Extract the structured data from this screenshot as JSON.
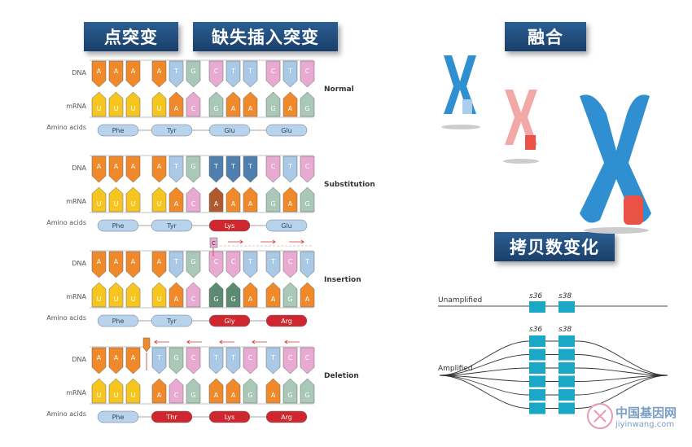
{
  "banners": {
    "point_mutation": "点突变",
    "indel": "缺失插入突变",
    "fusion": "融合",
    "cnv": "拷贝数变化"
  },
  "row_labels": {
    "dna": "DNA",
    "mrna": "mRNA",
    "amino": "Amino acids"
  },
  "panels": [
    {
      "name": "Normal",
      "dna": [
        "A",
        "A",
        "A",
        "",
        "A",
        "T",
        "G",
        "C",
        "T",
        "T",
        "C",
        "T",
        "C"
      ],
      "mrna": [
        "U",
        "U",
        "U",
        "",
        "U",
        "A",
        "C",
        "G",
        "A",
        "A",
        "G",
        "A",
        "G"
      ],
      "aa": [
        {
          "label": "Phe",
          "mut": false
        },
        {
          "label": "Tyr",
          "mut": false
        },
        {
          "label": "Glu",
          "mut": false
        },
        {
          "label": "Glu",
          "mut": false
        }
      ]
    },
    {
      "name": "Substitution",
      "dna": [
        "A",
        "A",
        "A",
        "",
        "A",
        "T",
        "G",
        "T",
        "T",
        "T",
        "C",
        "T",
        "C"
      ],
      "mrna": [
        "U",
        "U",
        "U",
        "",
        "U",
        "A",
        "C",
        "A",
        "A",
        "A",
        "G",
        "A",
        "G"
      ],
      "aa": [
        {
          "label": "Phe",
          "mut": false
        },
        {
          "label": "Tyr",
          "mut": false
        },
        {
          "label": "Lys",
          "mut": true
        },
        {
          "label": "Glu",
          "mut": false
        }
      ]
    },
    {
      "name": "Insertion",
      "insert_base": "C",
      "dna": [
        "A",
        "A",
        "A",
        "",
        "A",
        "T",
        "G",
        "C",
        "C",
        "T",
        "T",
        "C",
        "T"
      ],
      "mrna": [
        "U",
        "U",
        "U",
        "",
        "U",
        "A",
        "C",
        "G",
        "G",
        "A",
        "A",
        "G",
        "A"
      ],
      "aa": [
        {
          "label": "Phe",
          "mut": false
        },
        {
          "label": "Tyr",
          "mut": false
        },
        {
          "label": "Gly",
          "mut": true
        },
        {
          "label": "Arg",
          "mut": true
        }
      ]
    },
    {
      "name": "Deletion",
      "dna": [
        "A",
        "A",
        "A",
        "",
        "T",
        "G",
        "C",
        "T",
        "T",
        "C",
        "T",
        "C",
        "C"
      ],
      "mrna": [
        "U",
        "U",
        "U",
        "",
        "A",
        "C",
        "G",
        "A",
        "A",
        "G",
        "A",
        "G",
        "G"
      ],
      "aa": [
        {
          "label": "Phe",
          "mut": false
        },
        {
          "label": "Thr",
          "mut": true
        },
        {
          "label": "Lys",
          "mut": true
        },
        {
          "label": "Arg",
          "mut": true
        }
      ]
    }
  ],
  "cnv": {
    "unamplified_label": "Unamplified",
    "amplified_label": "Amplified",
    "gene_labels": [
      "s36",
      "s38"
    ],
    "amplified_copies": 6
  },
  "watermark": {
    "title": "中国基因网",
    "url": "jiyinwang.com"
  },
  "colors": {
    "A": "#f0892a",
    "U": "#f7c520",
    "T": "#a9c9e6",
    "G": "#a9c8b8",
    "C": "#e8aad0",
    "mut_aa": "#d0272e",
    "aa": "#b8d4ec",
    "banner": "#234e80",
    "chrom_blue": "#2f8fd0",
    "chrom_red": "#ea5245",
    "chrom_pink": "#f1a8a6"
  }
}
